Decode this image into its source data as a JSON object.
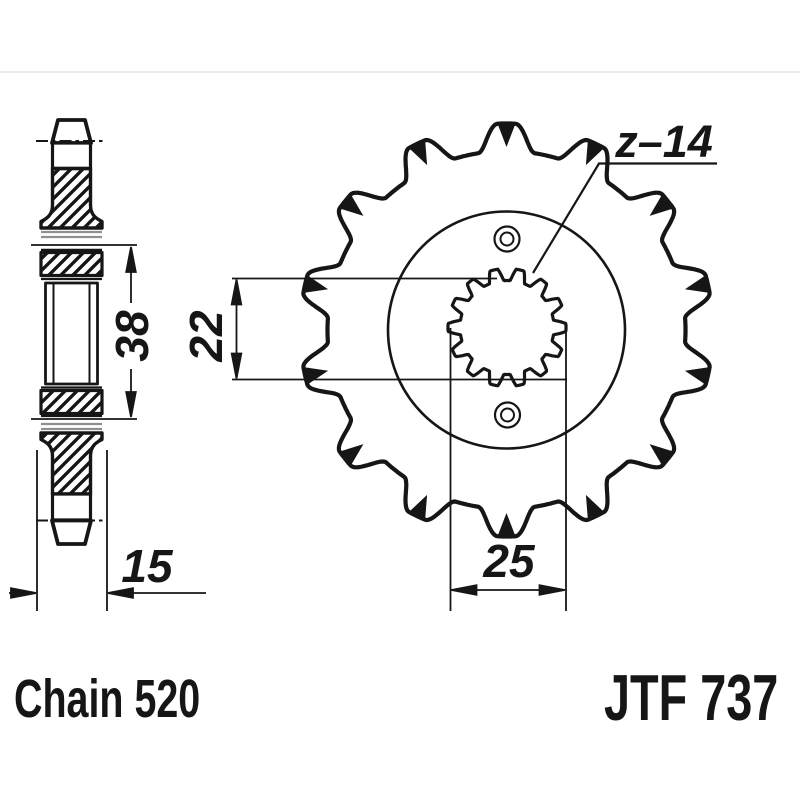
{
  "title_block": {
    "chain_label": "Chain 520",
    "part_code": "JTF 737"
  },
  "annotations": {
    "teeth_count_label": "z–14"
  },
  "dimensions": {
    "hub_length": "38",
    "spline_inner_diameter": "22",
    "spline_outer_diameter": "25",
    "hub_width": "15"
  },
  "drawing": {
    "type": "front-sprocket-technical-drawing",
    "teeth": 14,
    "views": [
      "side-section",
      "front"
    ]
  },
  "colors": {
    "line": "#161616",
    "background": "#ffffff",
    "hatch_stripe_gray": "#8f8f8f",
    "faint_rule": "#ebebeb"
  }
}
